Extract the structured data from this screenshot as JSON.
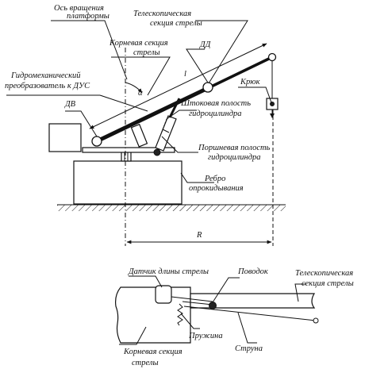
{
  "top": {
    "labels": {
      "rotation_axis_1": "Ось вращения",
      "rotation_axis_2": "платформы",
      "telescopic_1": "Телескопическая",
      "telescopic_2": "секция стрелы",
      "root_1": "Корневая секция",
      "root_2": "стрелы",
      "dd": "ДД",
      "hydro_1": "Гидромеханический",
      "hydro_2": "преобразователь к ДУС",
      "length": "l",
      "hook": "Крюк",
      "alpha": "α",
      "dv": "ДВ",
      "rod_1": "Штоковая полость",
      "rod_2": "гидроцилиндра",
      "piston_1": "Поршневая полость",
      "piston_2": "гидроцилиндра",
      "edge_1": "Ребро",
      "edge_2": "опрокидывания",
      "radius": "R"
    }
  },
  "bottom": {
    "labels": {
      "sensor": "Датчик длины стрелы",
      "lead": "Поводок",
      "telescopic_1": "Телескопическая",
      "telescopic_2": "секция стрелы",
      "spring": "Пружина",
      "root_1": "Корневая секция",
      "root_2": "стрелы",
      "string": "Струна"
    }
  }
}
